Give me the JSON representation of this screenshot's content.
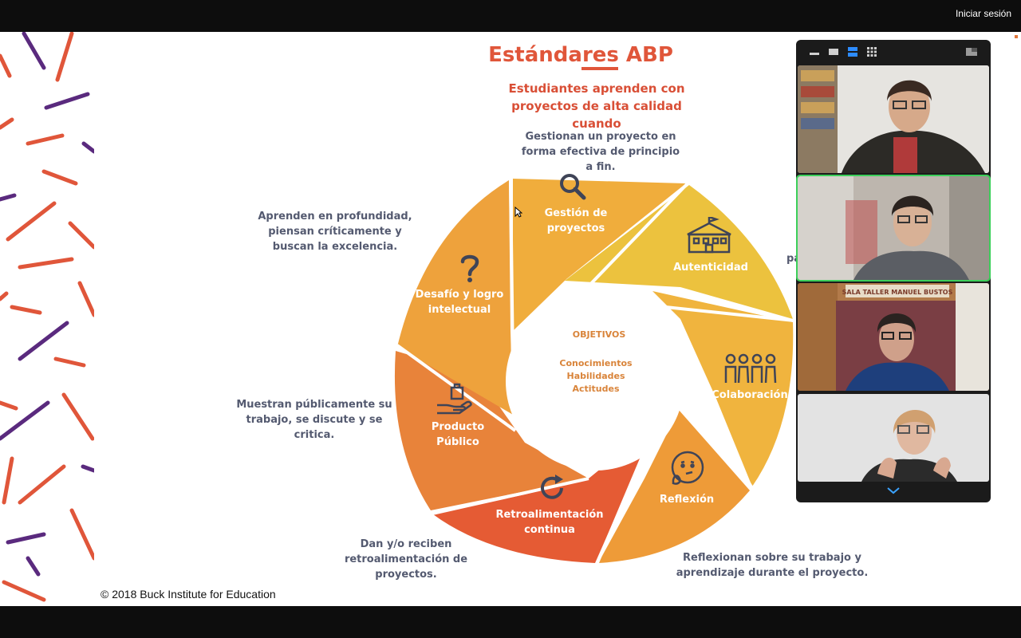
{
  "app": {
    "signin_label": "Iniciar sesión"
  },
  "slide": {
    "title": "Estándares ABP",
    "subtitle": "Estudiantes aprenden con proyectos de alta calidad cuando",
    "descriptions": {
      "top": "Gestionan un proyecto en forma efectiva de principio a fin.",
      "top_left": "Aprenden en profundidad, piensan críticamente y buscan la excelencia.",
      "left": "Muestran públicamente su trabajo, se discute y se critica.",
      "bottom_left": "Dan y/o reciben retroalimentación de proyectos.",
      "bottom_right": "Reflexionan sobre su trabajo y aprendizaje durante el proyecto.",
      "right_partial": "pa"
    },
    "segments": {
      "gestion": "Gestión de proyectos",
      "autenticidad": "Autenticidad",
      "colaboracion": "Colaboración",
      "reflexion": "Reflexión",
      "retro": "Retroalimentación continua",
      "producto": "Producto Público",
      "desafio": "Desafío y logro intelectual"
    },
    "center": {
      "heading": "OBJETIVOS",
      "items": [
        "Conocimientos",
        "Habilidades",
        "Actitudes"
      ]
    },
    "colors": {
      "gestion": "#f0ad3c",
      "autenticidad": "#ecc23e",
      "colaboracion": "#f0b43e",
      "reflexion": "#ee9b38",
      "retro": "#e55b34",
      "producto": "#e8833a",
      "desafio": "#eea23c"
    },
    "copyright": "© 2018 Buck Institute for Education"
  },
  "video_panel": {
    "participants": [
      {
        "name": "participant-1",
        "colors": [
          "#c9c6c0",
          "#3a3328"
        ]
      },
      {
        "name": "participant-2",
        "active": true,
        "colors": [
          "#b9b2aa",
          "#5a5a5a"
        ]
      },
      {
        "name": "participant-3",
        "sign": "SALA TALLER MANUEL BUSTOS",
        "colors": [
          "#8a4a48",
          "#1f3f7a"
        ]
      },
      {
        "name": "participant-4",
        "colors": [
          "#e2e2e2",
          "#2a2a2a"
        ]
      }
    ]
  }
}
